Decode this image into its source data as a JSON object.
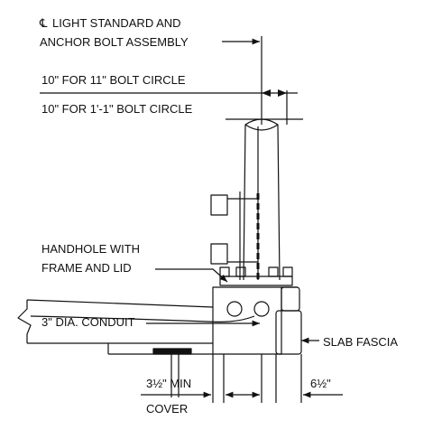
{
  "diagram": {
    "stroke_color": "#111111",
    "background_color": "#ffffff",
    "labels": {
      "centerline_symbol": "℄",
      "light_standard_line1": "LIGHT STANDARD AND",
      "light_standard_line2": "ANCHOR BOLT ASSEMBLY",
      "bolt_circle_11": "10\" FOR 11\" BOLT CIRCLE",
      "bolt_circle_1_1": "10\" FOR 1'-1\" BOLT CIRCLE",
      "handhole_line1": "HANDHOLE WITH",
      "handhole_line2": "FRAME AND LID",
      "conduit": "3\" DIA. CONDUIT",
      "slab_fascia": "SLAB FASCIA",
      "cover_min": "3½\" MIN",
      "cover": "COVER",
      "fascia_dim": "6½\""
    }
  }
}
